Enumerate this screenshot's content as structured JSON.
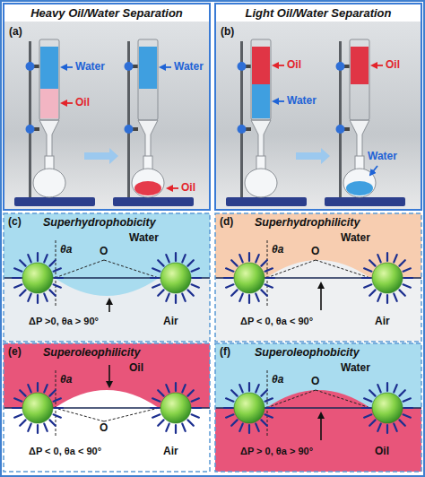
{
  "diagram": {
    "nodes": [
      {
        "text": [
          "Heavy Oil/Water Separation",
          "(a)"
        ]
      },
      {
        "text": [
          "Light Oil/Water Separation",
          "(b)"
        ]
      },
      {
        "text": [
          "(c)",
          "Superhydrophobicity"
        ]
      },
      {
        "text": [
          "(d)",
          "Superhydrophilicity"
        ]
      },
      {
        "text": [
          "(e)",
          "Superoleophilicity"
        ]
      },
      {
        "text": [
          "(f)",
          "Superoleophobicity"
        ]
      }
    ],
    "labels": [
      "Water",
      "Oil",
      "Water",
      "Oil",
      "Oil",
      "Water",
      "Oil",
      "Water",
      "Water",
      "θa",
      "O",
      "ΔP >0, θa > 90°",
      "Air",
      "Water",
      "θa",
      "O",
      "ΔP < 0, θa < 90°",
      "Air",
      "Oil",
      "θa",
      "O",
      "ΔP < 0, θa < 90°",
      "Air",
      "Water",
      "θa",
      "O",
      "ΔP > 0, θa > 90°",
      "Oil"
    ]
  }
}
